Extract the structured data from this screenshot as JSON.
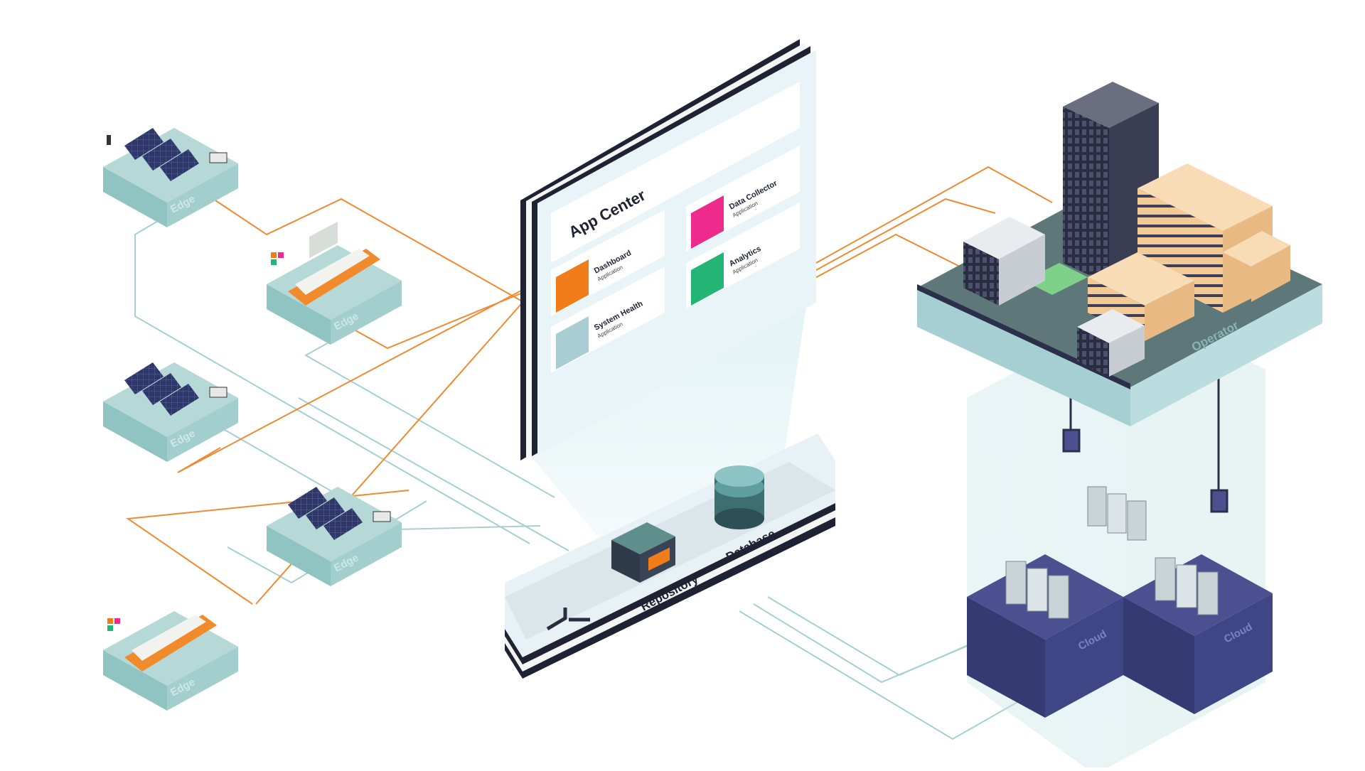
{
  "app_center": {
    "title": "App Center",
    "apps": [
      {
        "name": "Dashboard",
        "type": "Application",
        "color": "#f07d19"
      },
      {
        "name": "System Health",
        "type": "Application",
        "color": "#a9cdd3"
      },
      {
        "name": "Data Collector",
        "type": "Application",
        "color": "#ee2a8c"
      },
      {
        "name": "Analytics",
        "type": "Application",
        "color": "#22b573"
      }
    ]
  },
  "hub": {
    "repository_label": "Repository",
    "database_label": "Database"
  },
  "edges": {
    "label": "Edge",
    "sites": [
      "solar",
      "ship",
      "solar",
      "solar",
      "ship"
    ]
  },
  "operator": {
    "label": "Operator"
  },
  "cloud": {
    "label": "Cloud"
  },
  "colors": {
    "orange_link": "#ef7d22",
    "teal_link": "#9fc7ca",
    "tile_top": "#a8d0ce",
    "tile_side": "#7fb5b3",
    "navy": "#2c2f4a",
    "cloud_block": "#3f4685"
  }
}
